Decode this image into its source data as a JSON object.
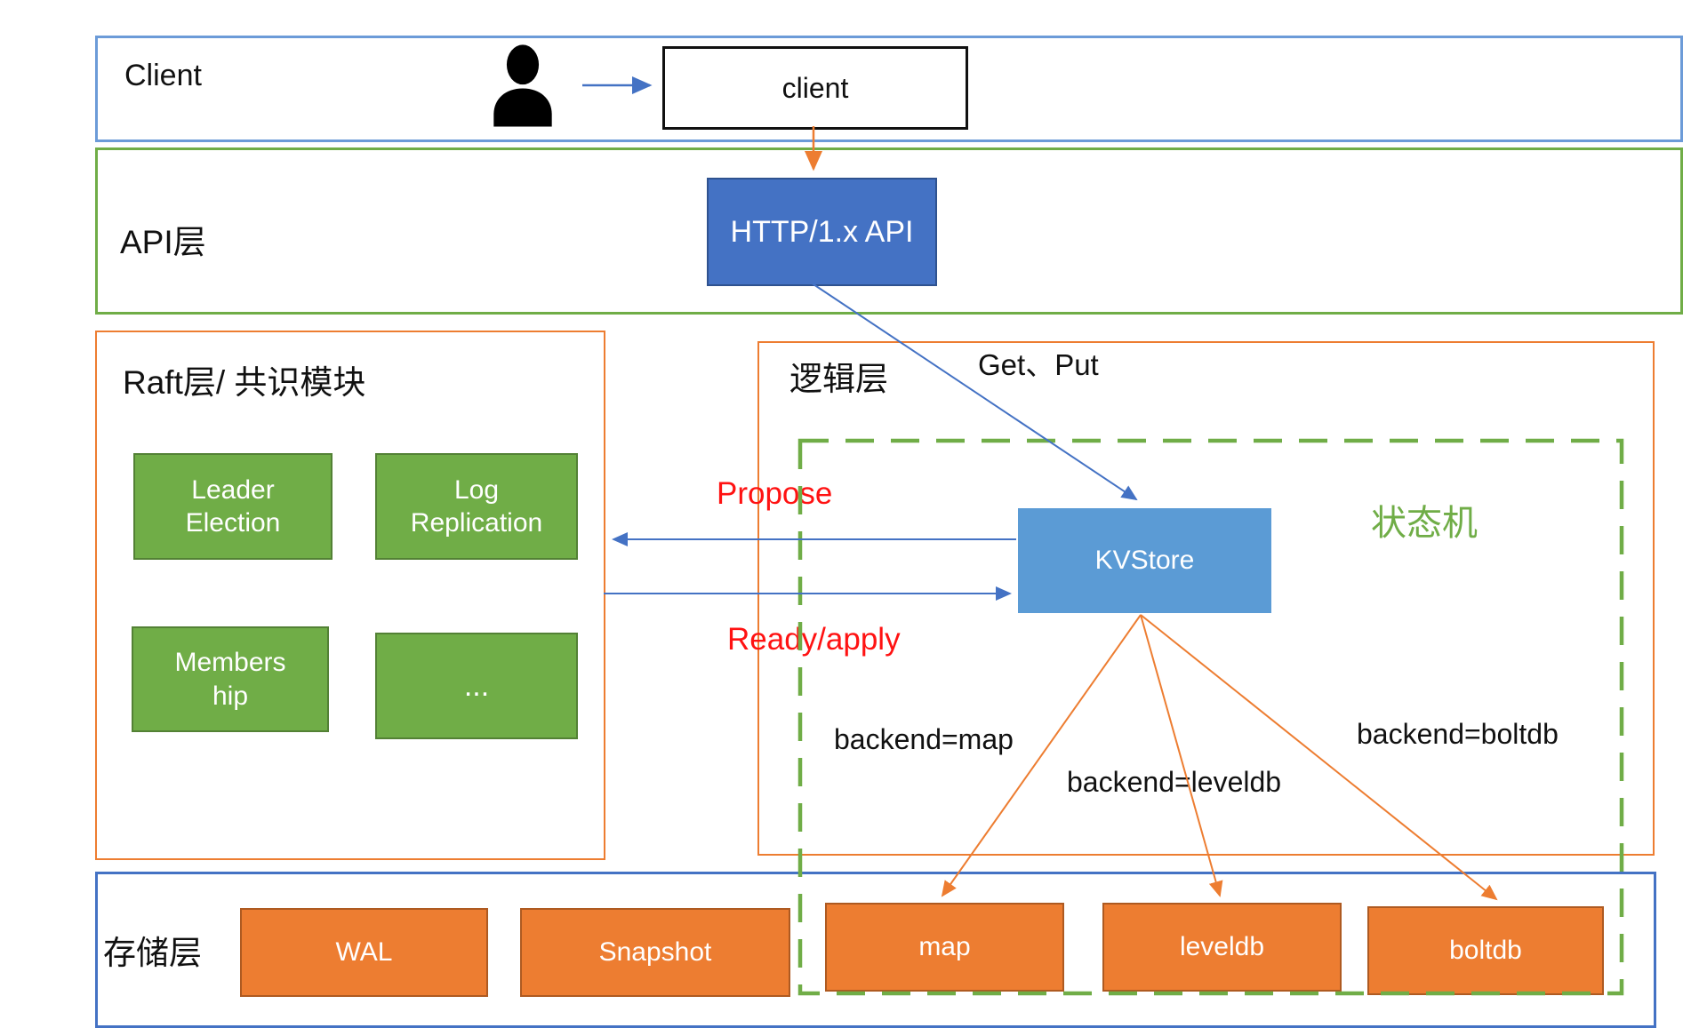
{
  "colors": {
    "blue": "#4472C4",
    "lightblue": "#5B9BD5",
    "green": "#70AD47",
    "green-dark": "#538135",
    "orange": "#ED7D31",
    "orange-dark": "#AE5A21",
    "red": "#FF1212",
    "client-border": "#6C9BD8",
    "storage-border": "#4472C4"
  },
  "layers": {
    "client": "Client",
    "api": "API层",
    "raft": "Raft层/ 共识模块",
    "logic": "逻辑层",
    "storage": "存储层"
  },
  "nodes": {
    "client_box": "client",
    "http_api": "HTTP/1.x API",
    "kvstore": "KVStore",
    "leader_election": "Leader\nElection",
    "log_replication": "Log\nReplication",
    "membership": "Members\nhip",
    "more": "...",
    "wal": "WAL",
    "snapshot": "Snapshot",
    "map": "map",
    "leveldb": "leveldb",
    "boltdb": "boltdb"
  },
  "edge_labels": {
    "get_put": "Get、Put",
    "propose": "Propose",
    "ready_apply": "Ready/apply",
    "backend_map": "backend=map",
    "backend_leveldb": "backend=leveldb",
    "backend_boltdb": "backend=boltdb",
    "state_machine": "状态机"
  },
  "icons": {
    "person": "person-icon"
  }
}
